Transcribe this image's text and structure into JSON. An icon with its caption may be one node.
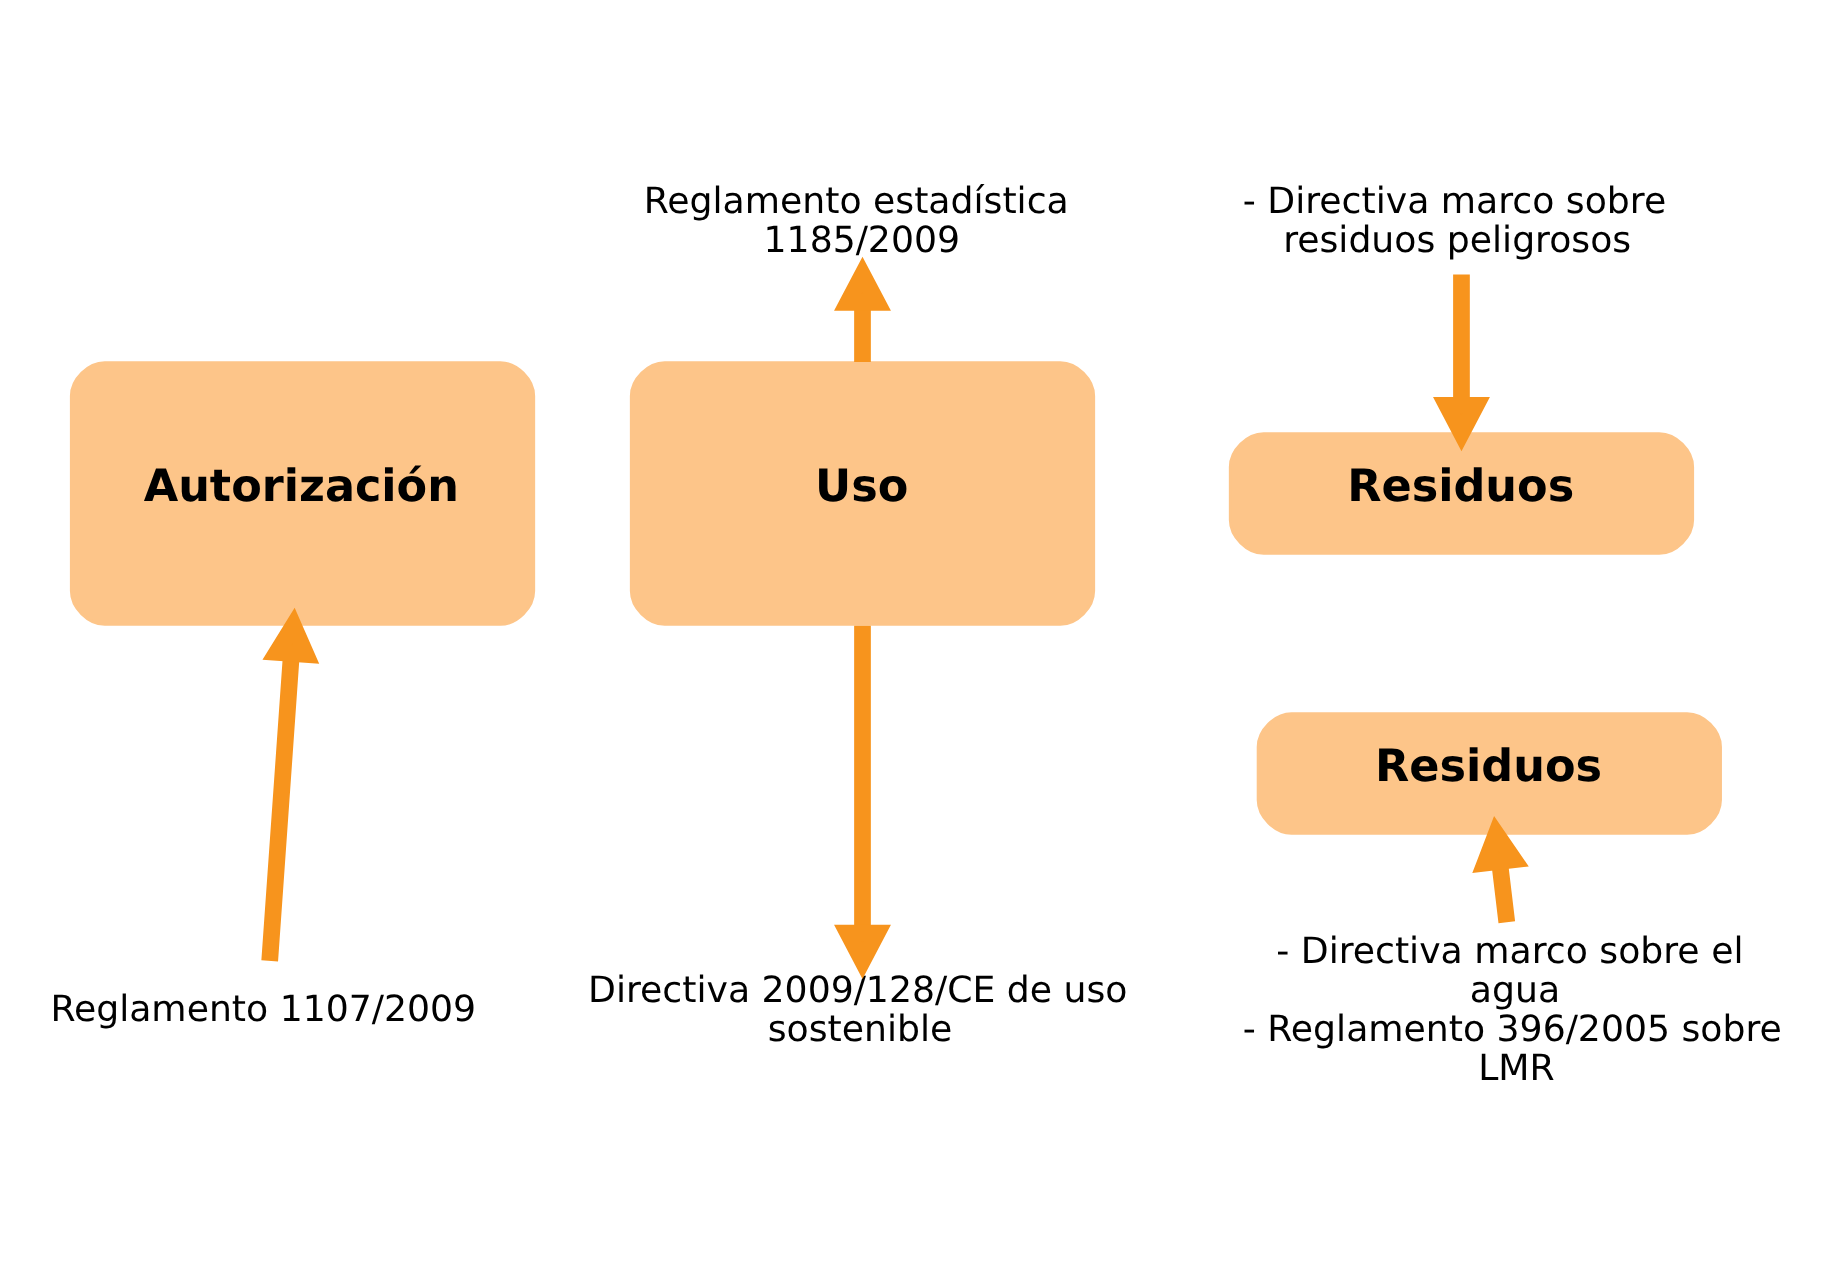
{
  "diagram": {
    "nodes": [
      {
        "text": [
          "Autorización"
        ]
      },
      {
        "text": [
          "Uso"
        ]
      },
      {
        "text": [
          "Residuos"
        ]
      },
      {
        "text": [
          "Residuos"
        ]
      },
      {
        "text": [
          "Reglamento 1107/2009"
        ]
      },
      {
        "text": [
          "Reglamento estadística 1185/2009"
        ]
      },
      {
        "text": [
          "Directiva 2009/128/CE de uso sostenible"
        ]
      },
      {
        "text": [
          "- Directiva marco sobre residuos peligrosos"
        ]
      },
      {
        "text": [
          "- Directiva marco sobre el agua",
          "- Reglamento 396/2005 sobre LMR"
        ]
      }
    ],
    "edges": [
      {
        "from": 4,
        "to": 0,
        "arrow": "to"
      },
      {
        "from": 1,
        "to": 5,
        "arrow": "to"
      },
      {
        "from": 1,
        "to": 6,
        "arrow": "to"
      },
      {
        "from": 7,
        "to": 2,
        "arrow": "to"
      },
      {
        "from": 8,
        "to": 3,
        "arrow": "to"
      }
    ]
  }
}
